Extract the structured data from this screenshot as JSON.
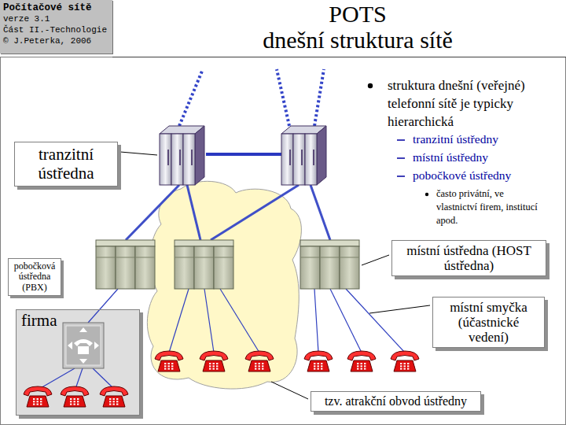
{
  "diagram": {
    "title": "POTS",
    "nodes": [
      {
        "text": [
          "Počítačové sítě",
          "verze 3.1",
          "Část II.-Technologie",
          "© J.Peterka, 2006"
        ]
      },
      {
        "text": [
          "tranzitní ústředna"
        ]
      },
      {
        "text": [
          "pobočková ústředna (PBX)"
        ]
      },
      {
        "text": [
          "firma"
        ]
      },
      {
        "text": [
          "místní ústředna (HOST ústředna)"
        ]
      },
      {
        "text": [
          "místní smyčka (účastnické vedení)"
        ]
      },
      {
        "text": [
          "tzv. atrakční obvod ústředny"
        ]
      }
    ],
    "labels": [
      "dnešní struktura sítě",
      "struktura dnešní (veřejné) telefonní sítě je typicky hierarchická",
      "tranzitní ústředny",
      "místní ústředny",
      "pobočkové ústředny",
      "často privátní, ve vlastnictví firem, institucí apod."
    ]
  }
}
